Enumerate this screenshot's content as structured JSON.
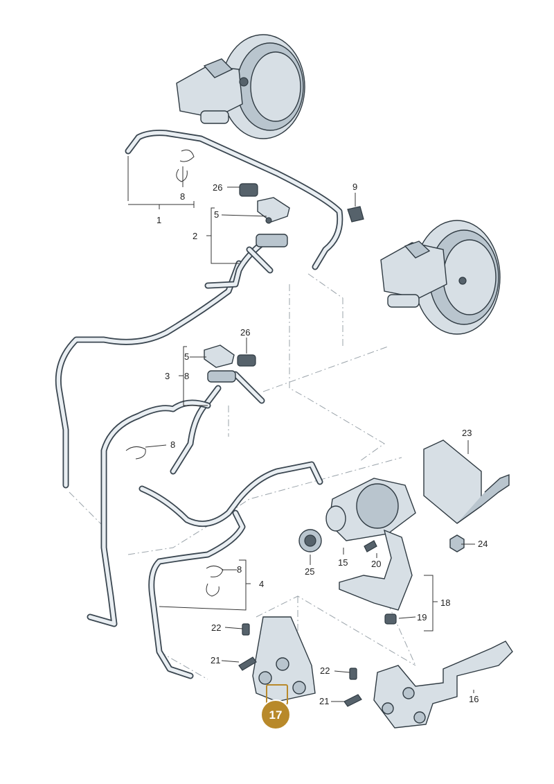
{
  "labels": {
    "l1": "1",
    "l2": "2",
    "l3": "3",
    "l4": "4",
    "l5a": "5",
    "l5b": "5",
    "l8a": "8",
    "l8b": "8",
    "l8c": "8",
    "l8d": "8",
    "l9": "9",
    "l15": "15",
    "l16": "16",
    "l17": "17",
    "l18": "18",
    "l19": "19",
    "l20": "20",
    "l21a": "21",
    "l21b": "21",
    "l22a": "22",
    "l22b": "22",
    "l23": "23",
    "l24": "24",
    "l25": "25",
    "l26a": "26",
    "l26b": "26"
  },
  "highlight": {
    "part": "17",
    "color": "#b8892a"
  }
}
